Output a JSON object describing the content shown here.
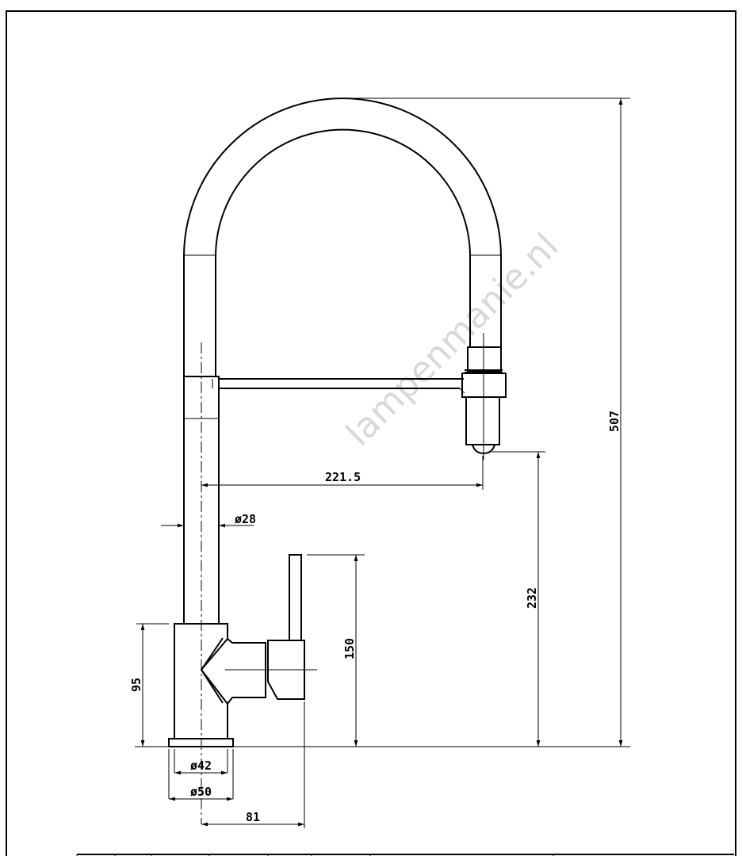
{
  "drawing": {
    "watermark": "lampenmanie.nl",
    "dimensions": {
      "total_height": "507",
      "spout_height": "232",
      "lever_height": "150",
      "body_height": "95",
      "spout_reach": "221.5",
      "column_diameter": "ø28",
      "body_diameter": "ø42",
      "base_diameter": "ø50",
      "lever_reach": "81"
    }
  }
}
